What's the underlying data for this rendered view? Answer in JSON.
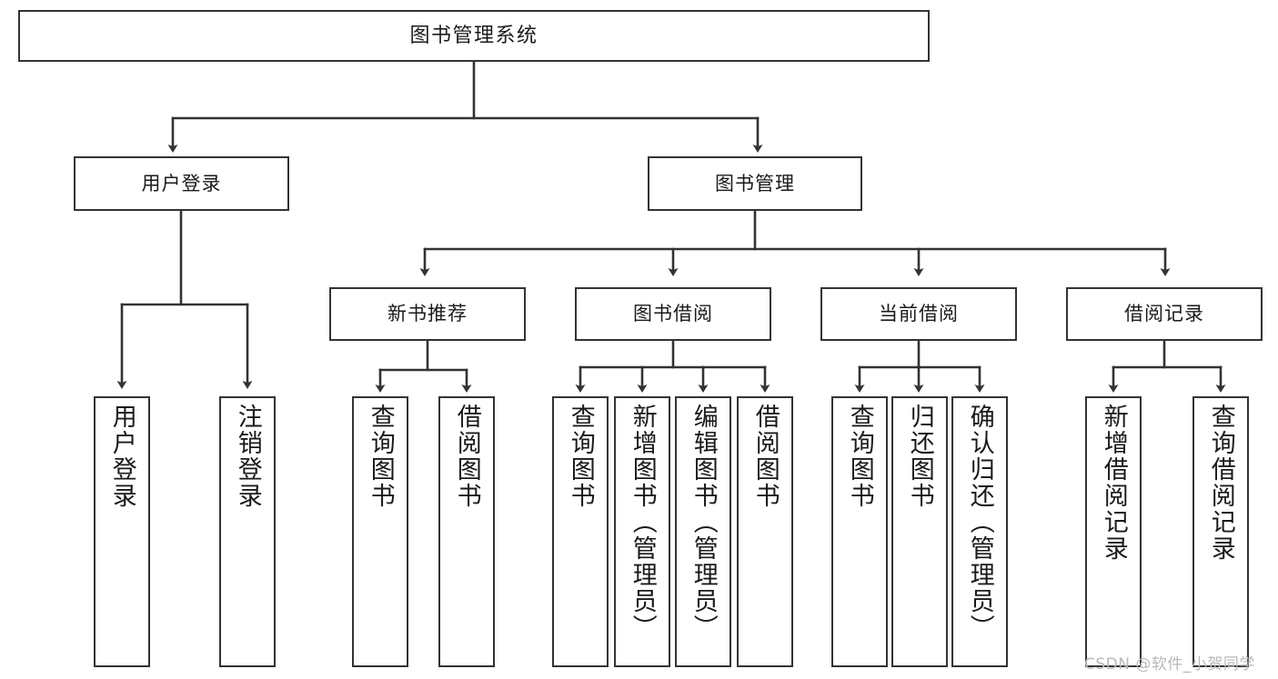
{
  "diagram": {
    "title": "图书管理系统",
    "type": "tree-hierarchy",
    "root": {
      "label": "图书管理系统"
    },
    "level1": [
      {
        "label": "用户登录"
      },
      {
        "label": "图书管理"
      }
    ],
    "level2": [
      {
        "label": "新书推荐"
      },
      {
        "label": "图书借阅"
      },
      {
        "label": "当前借阅"
      },
      {
        "label": "借阅记录"
      }
    ],
    "leaves": {
      "user_login": [
        {
          "label": "用户登录"
        },
        {
          "label": "注销登录"
        }
      ],
      "new_book_recommend": [
        {
          "label": "查询图书"
        },
        {
          "label": "借阅图书"
        }
      ],
      "book_borrow": [
        {
          "label": "查询图书"
        },
        {
          "label": "新增图书（管理员）"
        },
        {
          "label": "编辑图书（管理员）"
        },
        {
          "label": "借阅图书"
        }
      ],
      "current_borrow": [
        {
          "label": "查询图书"
        },
        {
          "label": "归还图书"
        },
        {
          "label": "确认归还（管理员）"
        }
      ],
      "borrow_record": [
        {
          "label": "新增借阅记录"
        },
        {
          "label": "查询借阅记录"
        }
      ]
    }
  },
  "watermark": {
    "text": "CSDN @软件_小贺同学"
  },
  "colors": {
    "stroke": "#333333",
    "box_fill": "#ffffff",
    "text": "#1a1a1a",
    "watermark": "#b9b9b9",
    "background": "#ffffff"
  }
}
